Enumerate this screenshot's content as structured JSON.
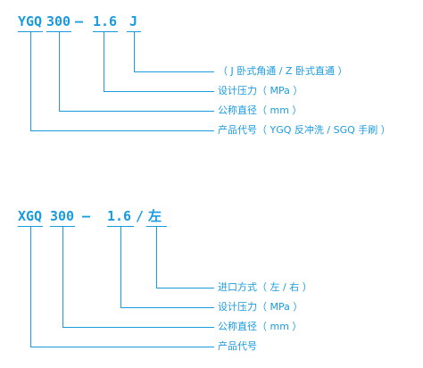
{
  "colors": {
    "accent": "#1a9be0"
  },
  "diagram1": {
    "codes": [
      "YGQ",
      "300",
      "—",
      "1.6",
      "J"
    ],
    "labels": [
      "（ J 卧式角通 / Z 卧式直通 ）",
      "设计压力（ MPa ）",
      "公称直径（ mm ）",
      "产品代号（ YGQ 反冲洗 / SGQ 手刷 ）"
    ]
  },
  "diagram2": {
    "codes": [
      "XGQ",
      "300",
      "—",
      "1.6",
      "/",
      "左"
    ],
    "labels": [
      "进口方式（ 左 / 右 ）",
      "设计压力（ MPa ）",
      "公称直径（ mm ）",
      "产品代号"
    ]
  }
}
